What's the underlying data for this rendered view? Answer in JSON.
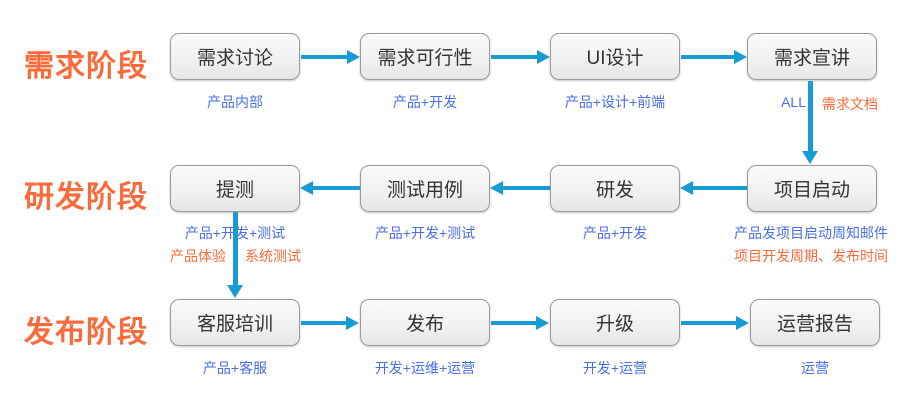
{
  "colors": {
    "phase_label": "#fb6a3b",
    "team_text": "#4a6ee4",
    "note_text": "#fb6a3b",
    "arrow": "#189bd5",
    "node_border": "#9a9a9a",
    "node_fill_top": "#fbfbfb",
    "node_fill_bottom": "#e6e6e6",
    "node_text": "#333333",
    "background": "#ffffff"
  },
  "phases": {
    "requirements": "需求阶段",
    "development": "研发阶段",
    "release": "发布阶段"
  },
  "row1": {
    "box1": {
      "title": "需求讨论",
      "team": "产品内部"
    },
    "box2": {
      "title": "需求可行性",
      "team": "产品+开发"
    },
    "box3": {
      "title": "UI设计",
      "team": "产品+设计+前端"
    },
    "box4": {
      "title": "需求宣讲",
      "arrow_label_left": "ALL",
      "arrow_label_right": "需求文档"
    }
  },
  "row2": {
    "box1": {
      "title": "提测",
      "team": "产品+开发+测试",
      "arrow_label_left": "产品体验",
      "arrow_label_right": "系统测试"
    },
    "box2": {
      "title": "测试用例",
      "team": "产品+开发+测试"
    },
    "box3": {
      "title": "研发",
      "team": "产品+开发"
    },
    "box4": {
      "title": "项目启动",
      "team": "产品发项目启动周知邮件",
      "note": "项目开发周期、发布时间"
    }
  },
  "row3": {
    "box1": {
      "title": "客服培训",
      "team": "产品+客服"
    },
    "box2": {
      "title": "发布",
      "team": "开发+运维+运营"
    },
    "box3": {
      "title": "升级",
      "team": "开发+运营"
    },
    "box4": {
      "title": "运营报告",
      "team": "运营"
    }
  }
}
